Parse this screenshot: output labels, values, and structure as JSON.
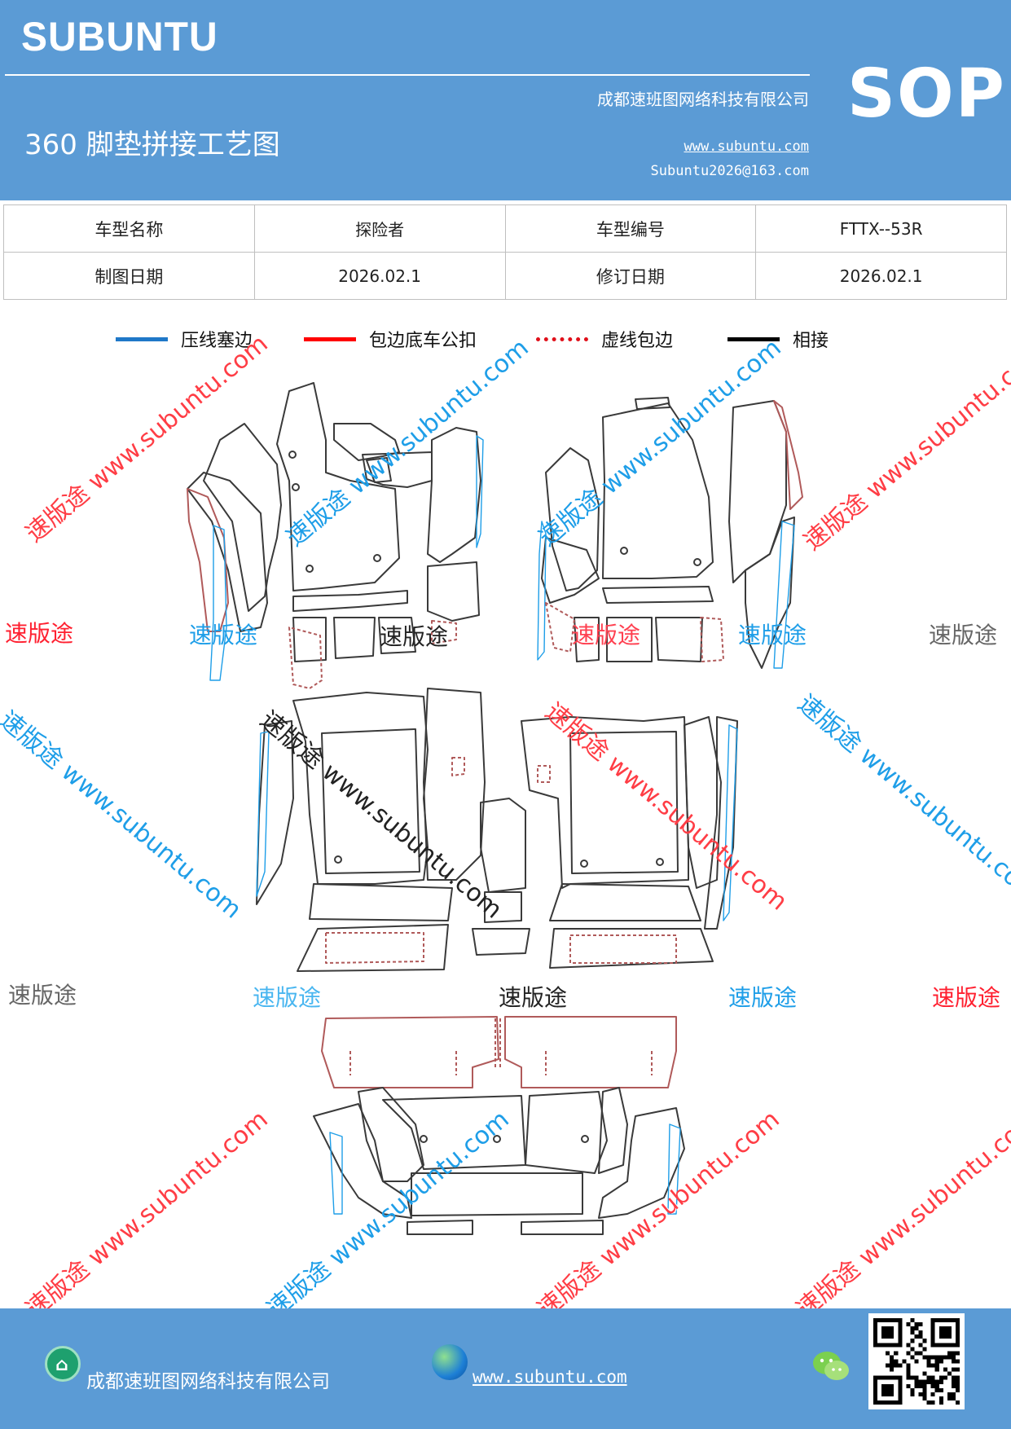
{
  "header": {
    "logo": "SUBUNTU",
    "sop": "SOP",
    "company": "成都速班图网络科技有限公司",
    "title": "360 脚垫拼接工艺图",
    "website": "www.subuntu.com",
    "email": "Subuntu2026@163.com",
    "background_color": "#5b9bd5"
  },
  "info_table": {
    "rows": [
      [
        {
          "text": "车型名称",
          "kind": "label"
        },
        {
          "text": "探险者",
          "kind": "value"
        },
        {
          "text": "车型编号",
          "kind": "label"
        },
        {
          "text": "FTTX--53R",
          "kind": "value"
        }
      ],
      [
        {
          "text": "制图日期",
          "kind": "label"
        },
        {
          "text": "2026.02.1",
          "kind": "value"
        },
        {
          "text": "修订日期",
          "kind": "label"
        },
        {
          "text": "2026.02.1",
          "kind": "value"
        }
      ]
    ]
  },
  "legend": [
    {
      "label": "压线塞边",
      "color": "#1f78c8",
      "style": "solid"
    },
    {
      "label": "包边底车公扣",
      "color": "#ff0000",
      "style": "solid"
    },
    {
      "label": "虚线包边",
      "color": "#e0101a",
      "style": "dotted"
    },
    {
      "label": "相接",
      "color": "#000000",
      "style": "solid"
    }
  ],
  "watermarks": {
    "diagonal": "速版途 www.subuntu.com",
    "short": "速版途"
  },
  "footer": {
    "company": "成都速班图网络科技有限公司",
    "website": "www.subuntu.com",
    "home_icon": "home-badge-icon",
    "globe_icon": "globe-icon",
    "wechat_icon": "wechat-icon",
    "qr_icon": "qr-code"
  }
}
